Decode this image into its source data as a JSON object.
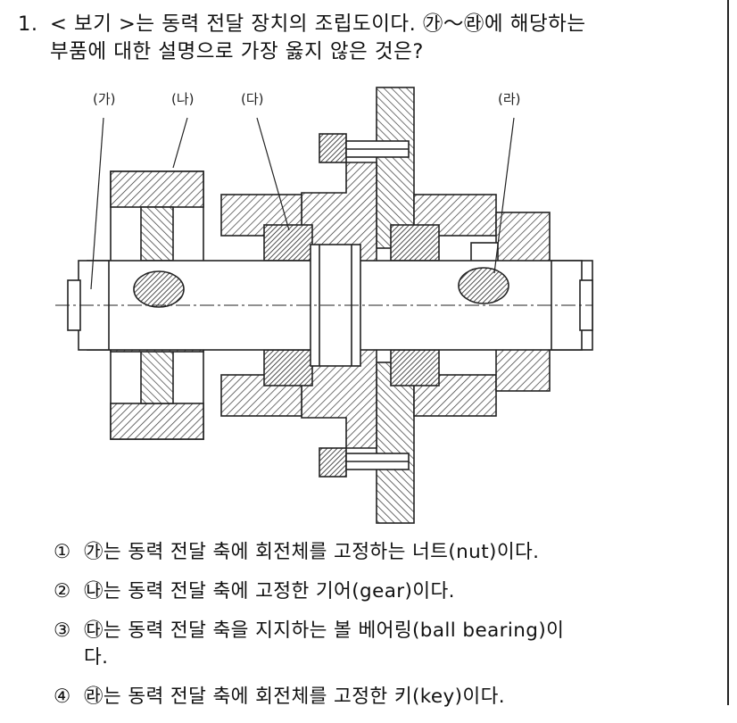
{
  "question": {
    "number": "1.",
    "line1": "< 보기 >는 동력 전달 장치의 조립도이다. ㉮～㉱에 해당하는",
    "line2": "부품에 대한 설명으로 가장 옳지 않은 것은?"
  },
  "figure": {
    "labels": [
      "(가)",
      "(나)",
      "(다)",
      "(라)"
    ]
  },
  "choices": [
    {
      "marker": "①",
      "text": "㉮는 동력 전달 축에 회전체를 고정하는 너트(nut)이다.",
      "cont": ""
    },
    {
      "marker": "②",
      "text": "㉯는 동력 전달 축에 고정한 기어(gear)이다.",
      "cont": ""
    },
    {
      "marker": "③",
      "text": "㉰는 동력 전달 축을 지지하는 볼 베어링(ball bearing)이",
      "cont": "다."
    },
    {
      "marker": "④",
      "text": "㉱는 동력 전달 축에 회전체를 고정한 키(key)이다.",
      "cont": ""
    }
  ]
}
